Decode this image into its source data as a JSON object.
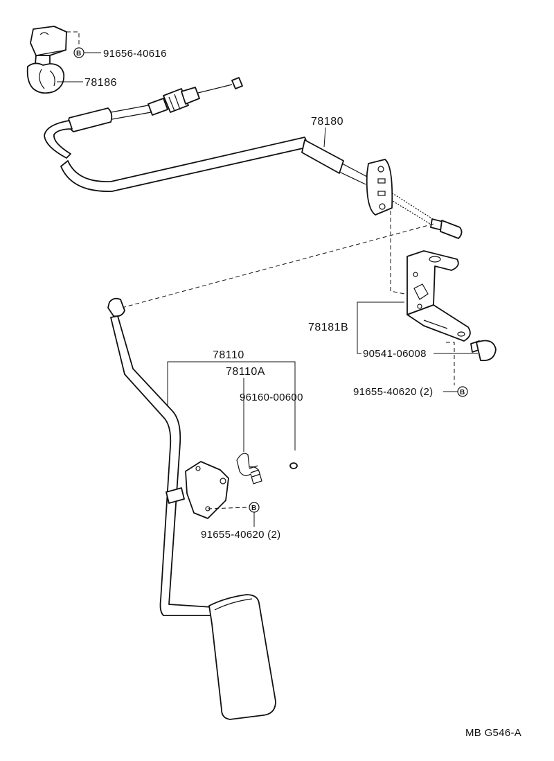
{
  "labels": {
    "p91656_40616": "91656-40616",
    "p78186": "78186",
    "p78180": "78180",
    "p78181B": "78181B",
    "p90541_06008": "90541-06008",
    "p91655_40620_right": "91655-40620 (2)",
    "p78110": "78110",
    "p78110A": "78110A",
    "p96160_00600": "96160-00600",
    "p91655_40620_lower": "91655-40620 (2)",
    "drawing_code": "MB G546-A"
  },
  "bolt_marker": "B",
  "icons": {
    "bracket_clip": "bracket-clip-icon",
    "cable": "accelerator-cable-icon",
    "bracket": "cable-bracket-icon",
    "stopper": "pedal-stopper-icon",
    "pedal": "accelerator-pedal-icon",
    "spring": "torsion-spring-icon",
    "bushing": "bushing-icon"
  }
}
